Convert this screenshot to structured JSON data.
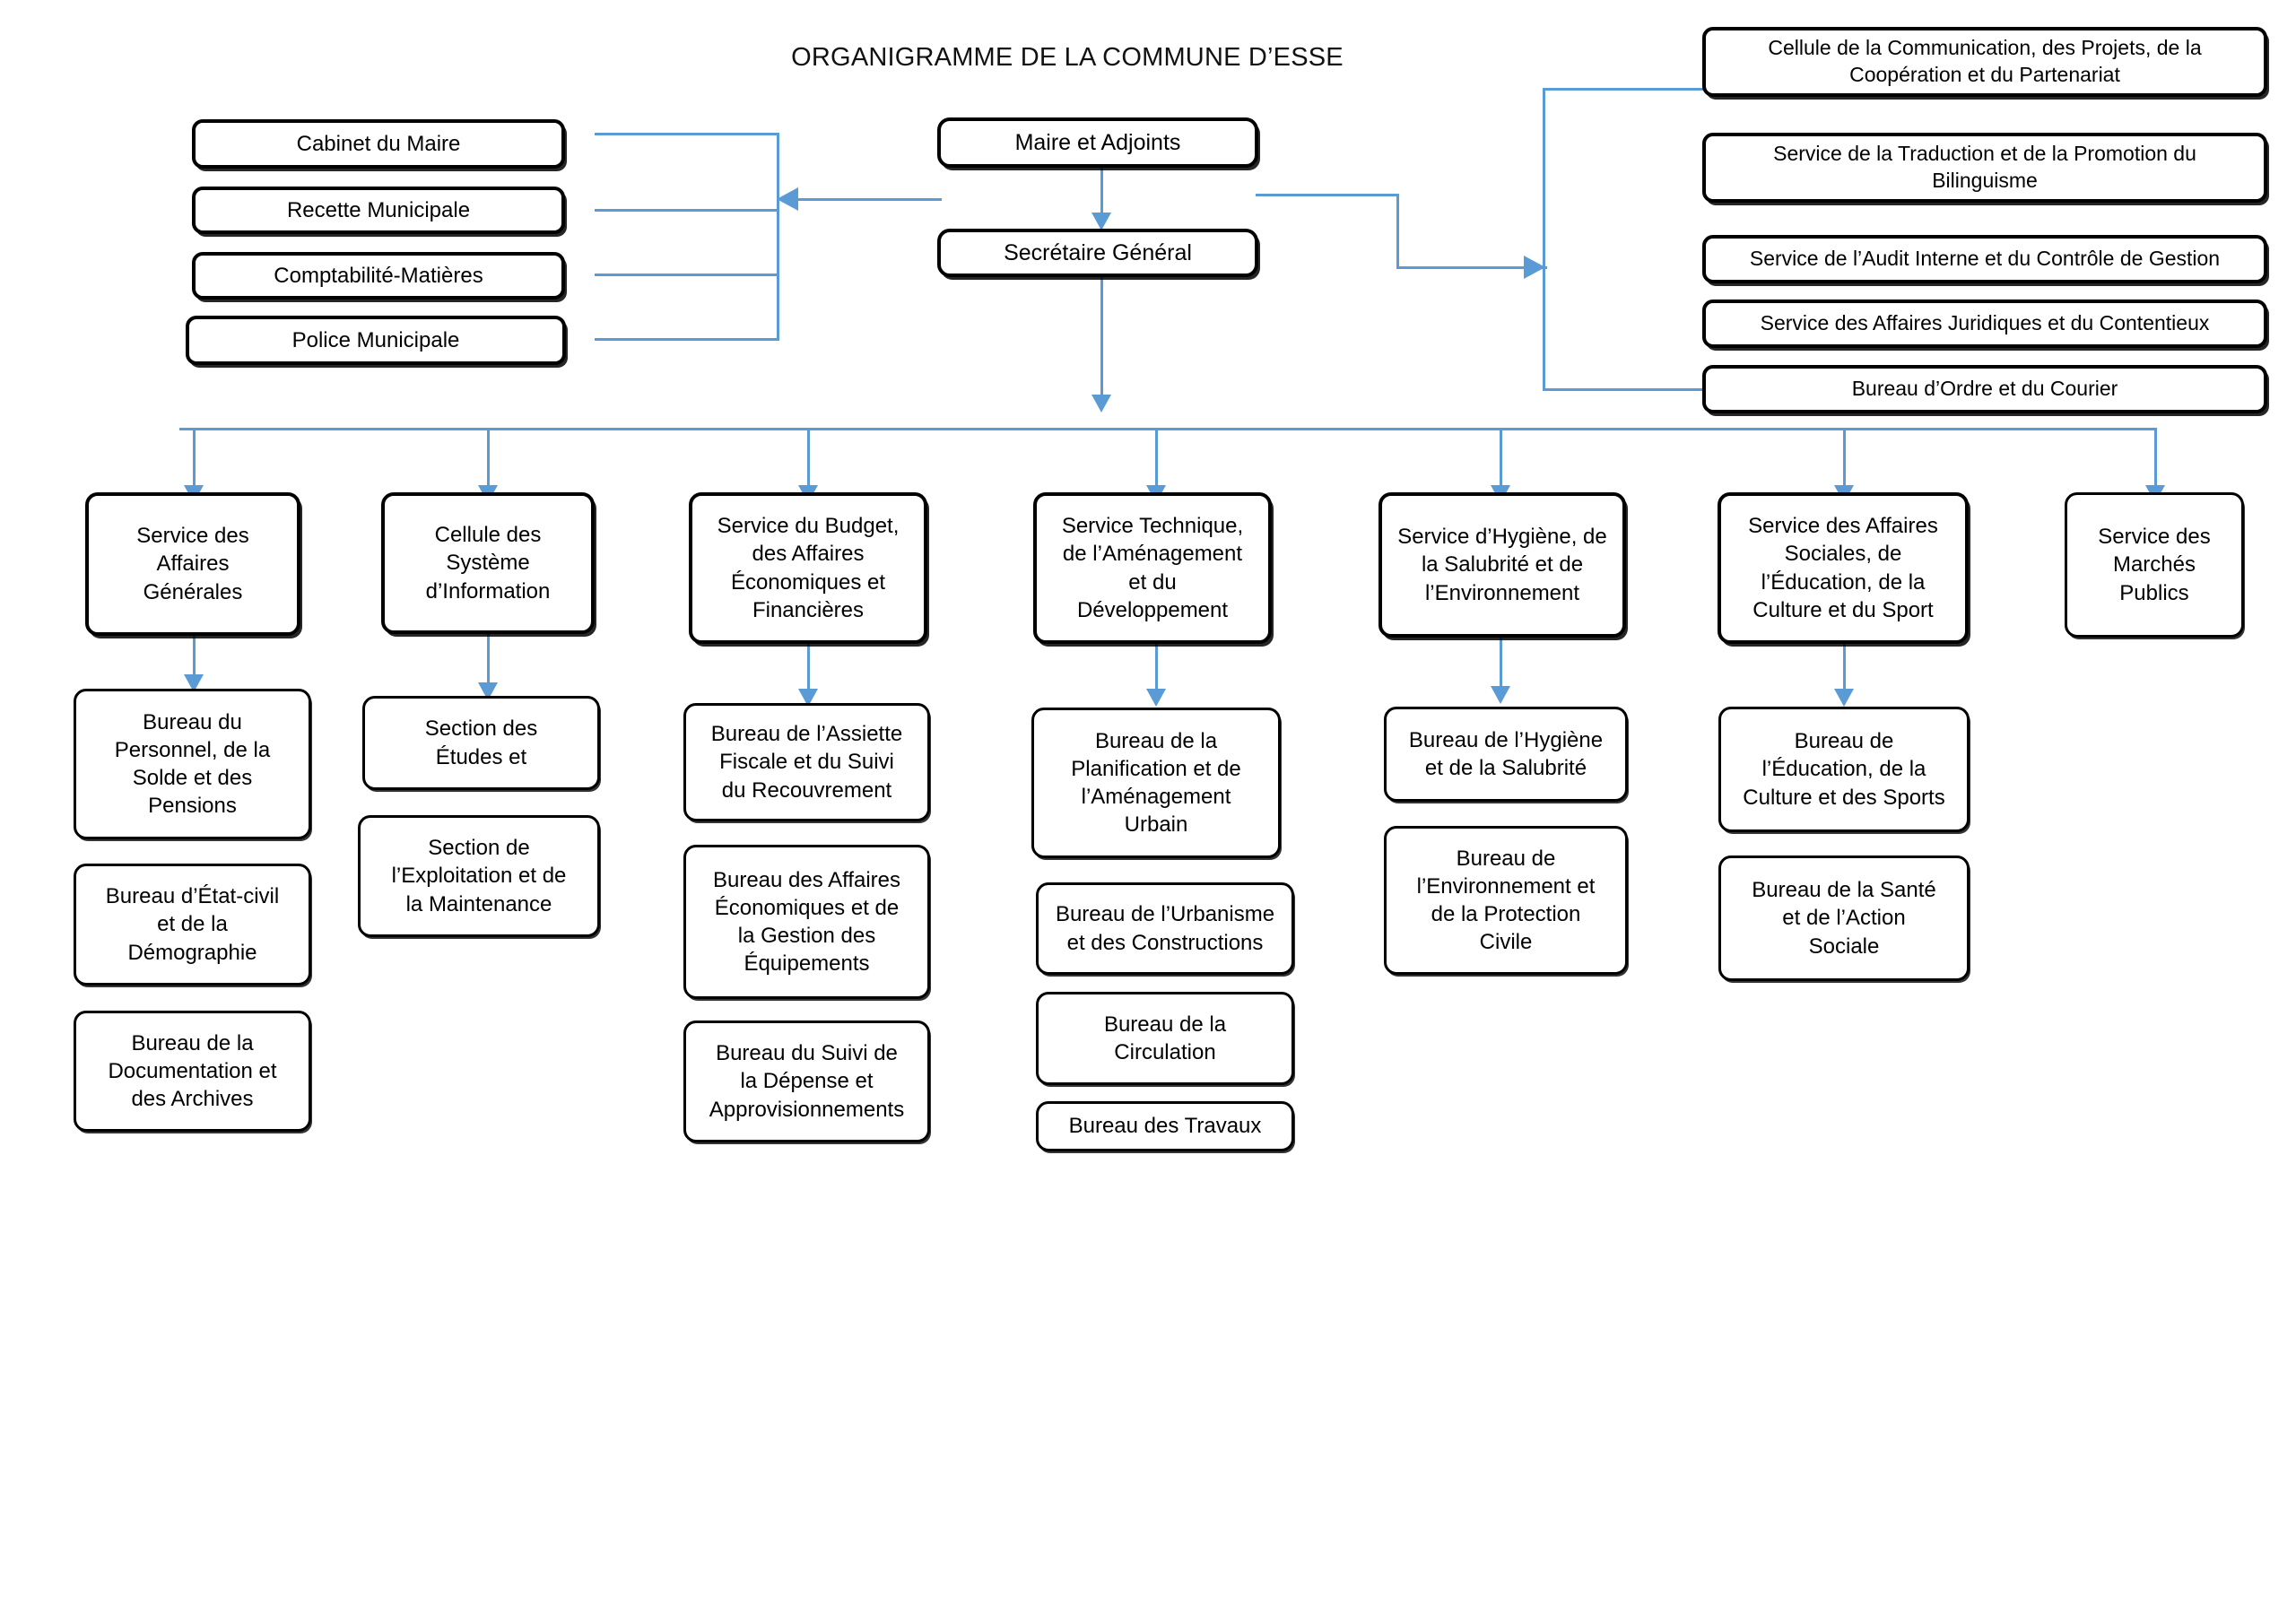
{
  "title": "ORGANIGRAMME DE LA COMMUNE D’ESSE",
  "colors": {
    "connector": "#5B9BD5",
    "box_border": "#000000",
    "box_fill": "#FFFFFF",
    "text": "#000000"
  },
  "top": {
    "maire": "Maire et Adjoints",
    "secretaire_general": "Secrétaire Général"
  },
  "left_units": [
    {
      "label": "Cabinet du Maire"
    },
    {
      "label": "Recette Municipale"
    },
    {
      "label": "Comptabilité-Matières"
    },
    {
      "label": "Police Municipale"
    }
  ],
  "right_units": [
    {
      "label": "Cellule de la Communication, des Projets, de la\nCoopération et du Partenariat"
    },
    {
      "label": "Service de la Traduction et de la Promotion du\nBilinguisme"
    },
    {
      "label": "Service de l’Audit Interne et du Contrôle de Gestion"
    },
    {
      "label": "Service des Affaires Juridiques et du Contentieux"
    },
    {
      "label": "Bureau d’Ordre et du Courier"
    }
  ],
  "services": [
    {
      "label": "Service des\nAffaires\nGénérales",
      "children": [
        {
          "label": "Bureau du\nPersonnel, de la\nSolde et des\nPensions"
        },
        {
          "label": "Bureau d’État-civil\net de  la\nDémographie"
        },
        {
          "label": "Bureau de la\nDocumentation et\ndes Archives"
        }
      ]
    },
    {
      "label": "Cellule des\nSystème\nd’Information",
      "children": [
        {
          "label": "Section des\nÉtudes et"
        },
        {
          "label": "Section de\nl’Exploitation et de\nla Maintenance"
        }
      ]
    },
    {
      "label": "Service du Budget,\ndes Affaires\nÉconomiques et\nFinancières",
      "children": [
        {
          "label": "Bureau de l’Assiette\nFiscale et du Suivi\ndu Recouvrement"
        },
        {
          "label": "Bureau des Affaires\nÉconomiques et de\nla Gestion des\nÉquipements"
        },
        {
          "label": "Bureau du Suivi de\nla Dépense et\nApprovisionnements"
        }
      ]
    },
    {
      "label": "Service Technique,\nde l’Aménagement\net du\nDéveloppement",
      "children": [
        {
          "label": "Bureau de la\nPlanification et de\nl’Aménagement\nUrbain"
        },
        {
          "label": "Bureau de l’Urbanisme\net des Constructions"
        },
        {
          "label": "Bureau de la\nCirculation"
        },
        {
          "label": "Bureau des Travaux"
        }
      ]
    },
    {
      "label": "Service d’Hygiène, de\nla Salubrité et de\nl’Environnement",
      "children": [
        {
          "label": "Bureau de l’Hygiène\net de la Salubrité"
        },
        {
          "label": "Bureau de\nl’Environnement et\nde la Protection\nCivile"
        }
      ]
    },
    {
      "label": "Service des Affaires\nSociales, de\nl’Éducation, de la\nCulture et du Sport",
      "children": [
        {
          "label": "Bureau de\nl’Éducation, de la\nCulture et des Sports"
        },
        {
          "label": "Bureau de la Santé\net de l’Action\nSociale"
        }
      ]
    },
    {
      "label": "Service des\nMarchés\nPublics",
      "children": []
    }
  ]
}
